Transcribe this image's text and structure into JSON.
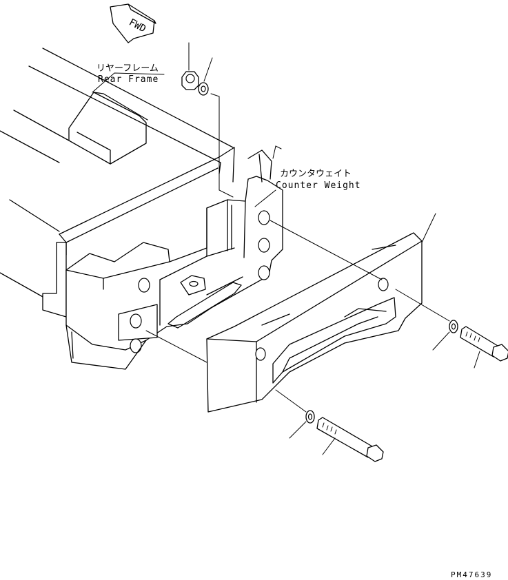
{
  "fwd_label": "FWD",
  "labels": {
    "rear_frame_jp": "リヤーフレーム",
    "rear_frame_en": "Rear Frame",
    "counter_weight_jp": "カウンタウェイト",
    "counter_weight_en": "Counter Weight"
  },
  "drawing_number": "PM47639"
}
